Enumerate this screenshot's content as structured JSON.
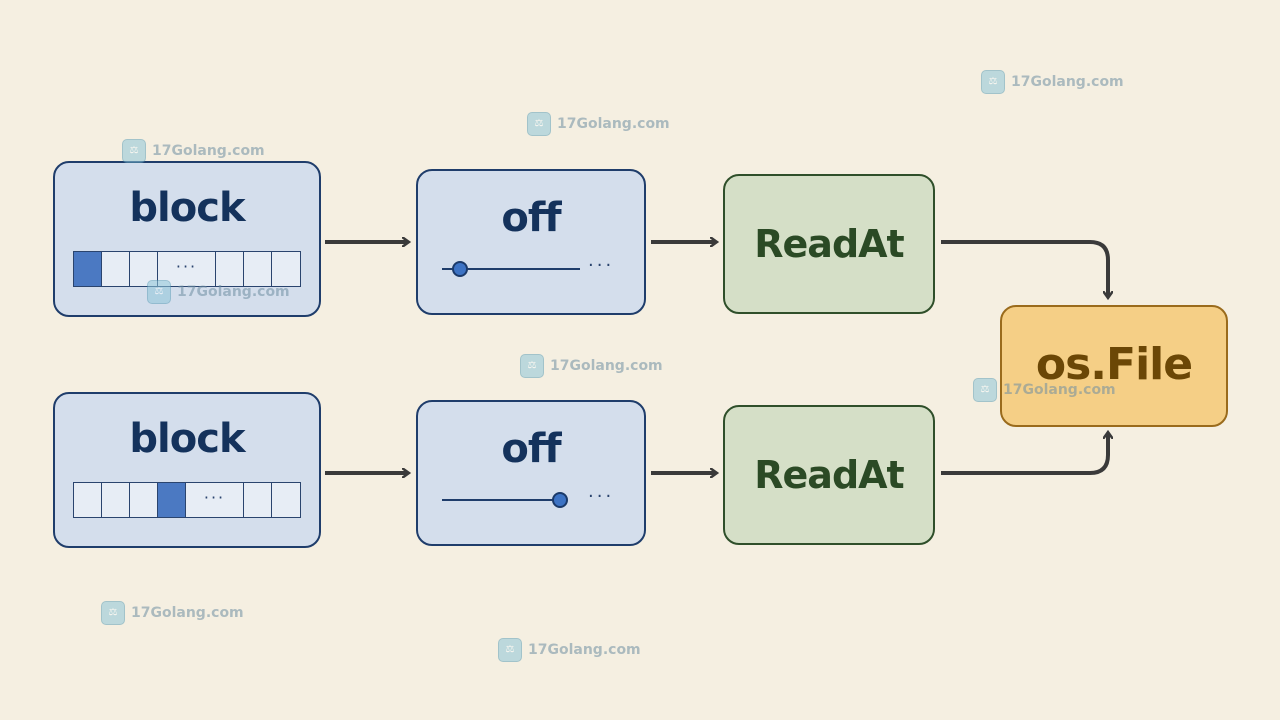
{
  "diagram": {
    "rows": [
      {
        "block_label": "block",
        "block_cells": [
          "",
          "",
          "",
          "···",
          "",
          "",
          ""
        ],
        "block_filled_index": 0,
        "off_label": "off",
        "off_dots": "···",
        "read_label": "ReadAt"
      },
      {
        "block_label": "block",
        "block_cells": [
          "",
          "",
          "",
          "",
          "···",
          "",
          ""
        ],
        "block_filled_index": 3,
        "off_label": "off",
        "off_dots": "···",
        "read_label": "ReadAt"
      }
    ],
    "target_label": "os.File"
  },
  "watermarks": [
    {
      "text": "17Golang.com",
      "logo": "logo-icon"
    },
    {
      "text": "17Golang.com",
      "logo": "logo-icon"
    },
    {
      "text": "17Golang.com",
      "logo": "logo-icon"
    },
    {
      "text": "17Golang.com",
      "logo": "logo-icon"
    },
    {
      "text": "17Golang.com",
      "logo": "logo-icon"
    },
    {
      "text": "17Golang.com",
      "logo": "logo-icon"
    },
    {
      "text": "17Golang.com",
      "logo": "logo-icon"
    },
    {
      "text": "17Golang.com",
      "logo": "logo-icon"
    }
  ],
  "colors": {
    "background": "#f5efe1",
    "blue_box": "#d4deec",
    "green_box": "#d5dfc7",
    "orange_box": "#f5cf86",
    "arrow": "#3a3a3a"
  }
}
